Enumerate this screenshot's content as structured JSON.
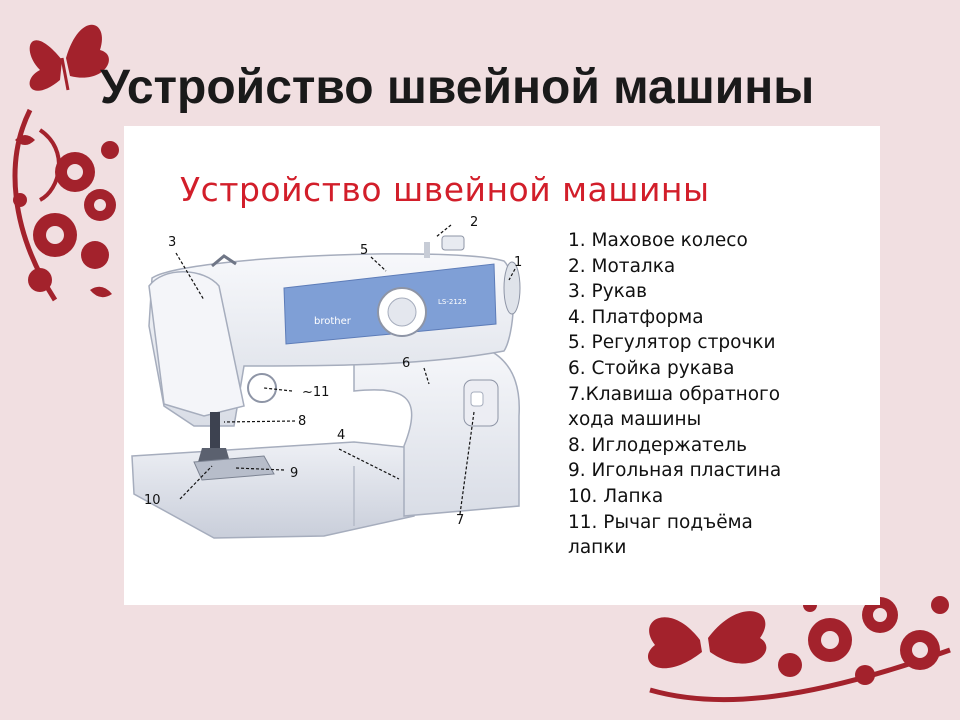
{
  "slide": {
    "title": "Устройство швейной машины"
  },
  "panel": {
    "title": "Устройство швейной машины",
    "machine_brand": "brother",
    "model": "LS-2125"
  },
  "callouts": [
    "1",
    "2",
    "3",
    "4",
    "5",
    "6",
    "7",
    "8",
    "9",
    "10",
    "~11"
  ],
  "legend": [
    "1. Маховое колесо",
    "2. Моталка",
    "3. Рукав",
    "4. Платформа",
    "5. Регулятор строчки",
    "6. Стойка рукава",
    "7.Клавиша обратного",
    "хода машины",
    "8. Иглодержатель",
    "9. Игольная пластина",
    "10. Лапка",
    "11. Рычаг подъёма",
    "лапки"
  ],
  "colors": {
    "background": "#f1dfe1",
    "ornament": "#a3222c",
    "panel_title": "#d21e2a",
    "machine_accent": "#7f9fd6"
  }
}
